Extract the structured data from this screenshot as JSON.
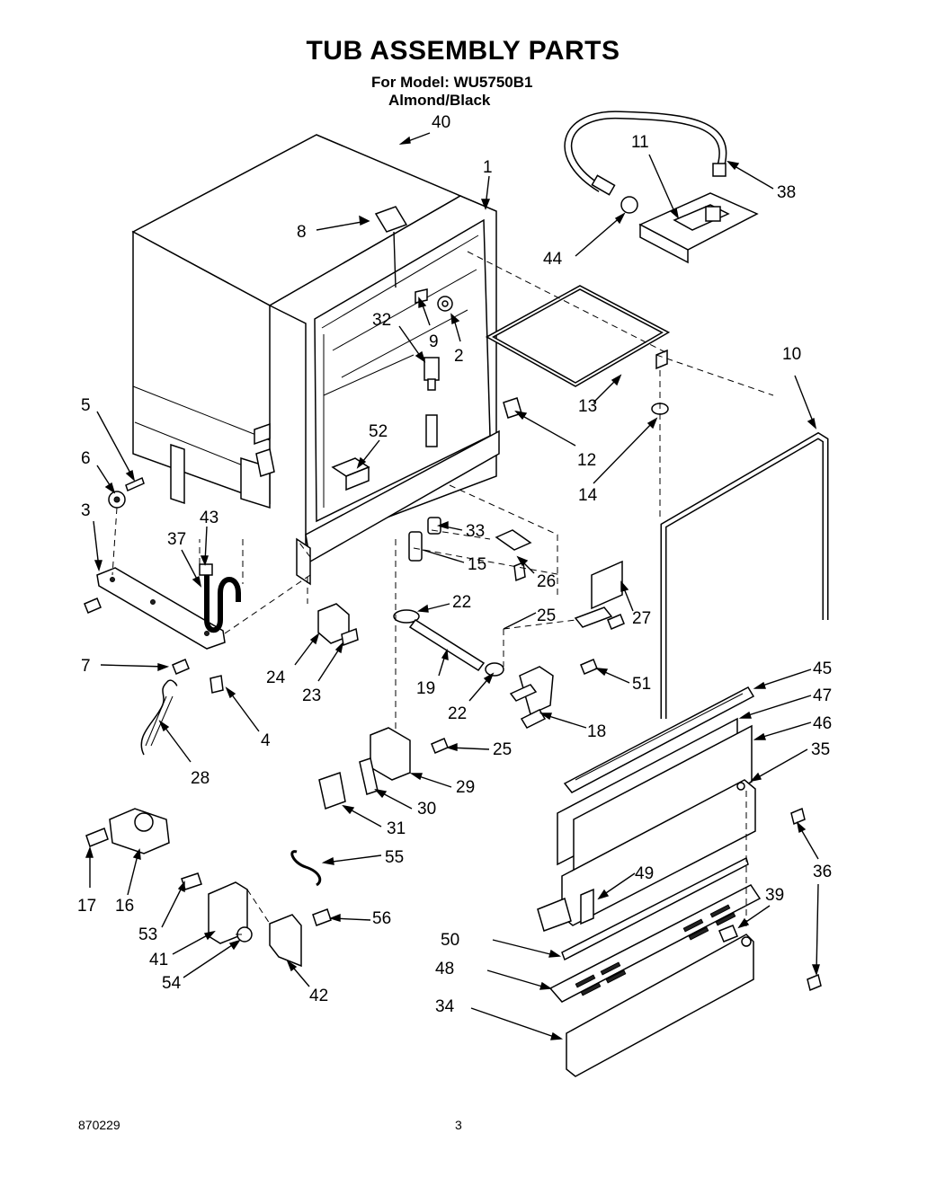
{
  "header": {
    "title": "TUB ASSEMBLY PARTS",
    "model_line": "For Model: WU5750B1",
    "color_line": "Almond/Black"
  },
  "footer": {
    "code": "870229",
    "page_number": "3"
  },
  "callouts": [
    "40",
    "1",
    "8",
    "9",
    "2",
    "32",
    "11",
    "38",
    "44",
    "13",
    "12",
    "14",
    "10",
    "5",
    "6",
    "52",
    "3",
    "43",
    "37",
    "33",
    "15",
    "26",
    "22",
    "25",
    "27",
    "7",
    "24",
    "23",
    "51",
    "19",
    "18",
    "4",
    "28",
    "45",
    "47",
    "46",
    "35",
    "29",
    "30",
    "31",
    "36",
    "17",
    "16",
    "55",
    "49",
    "39",
    "53",
    "56",
    "50",
    "41",
    "54",
    "42",
    "48",
    "34"
  ]
}
